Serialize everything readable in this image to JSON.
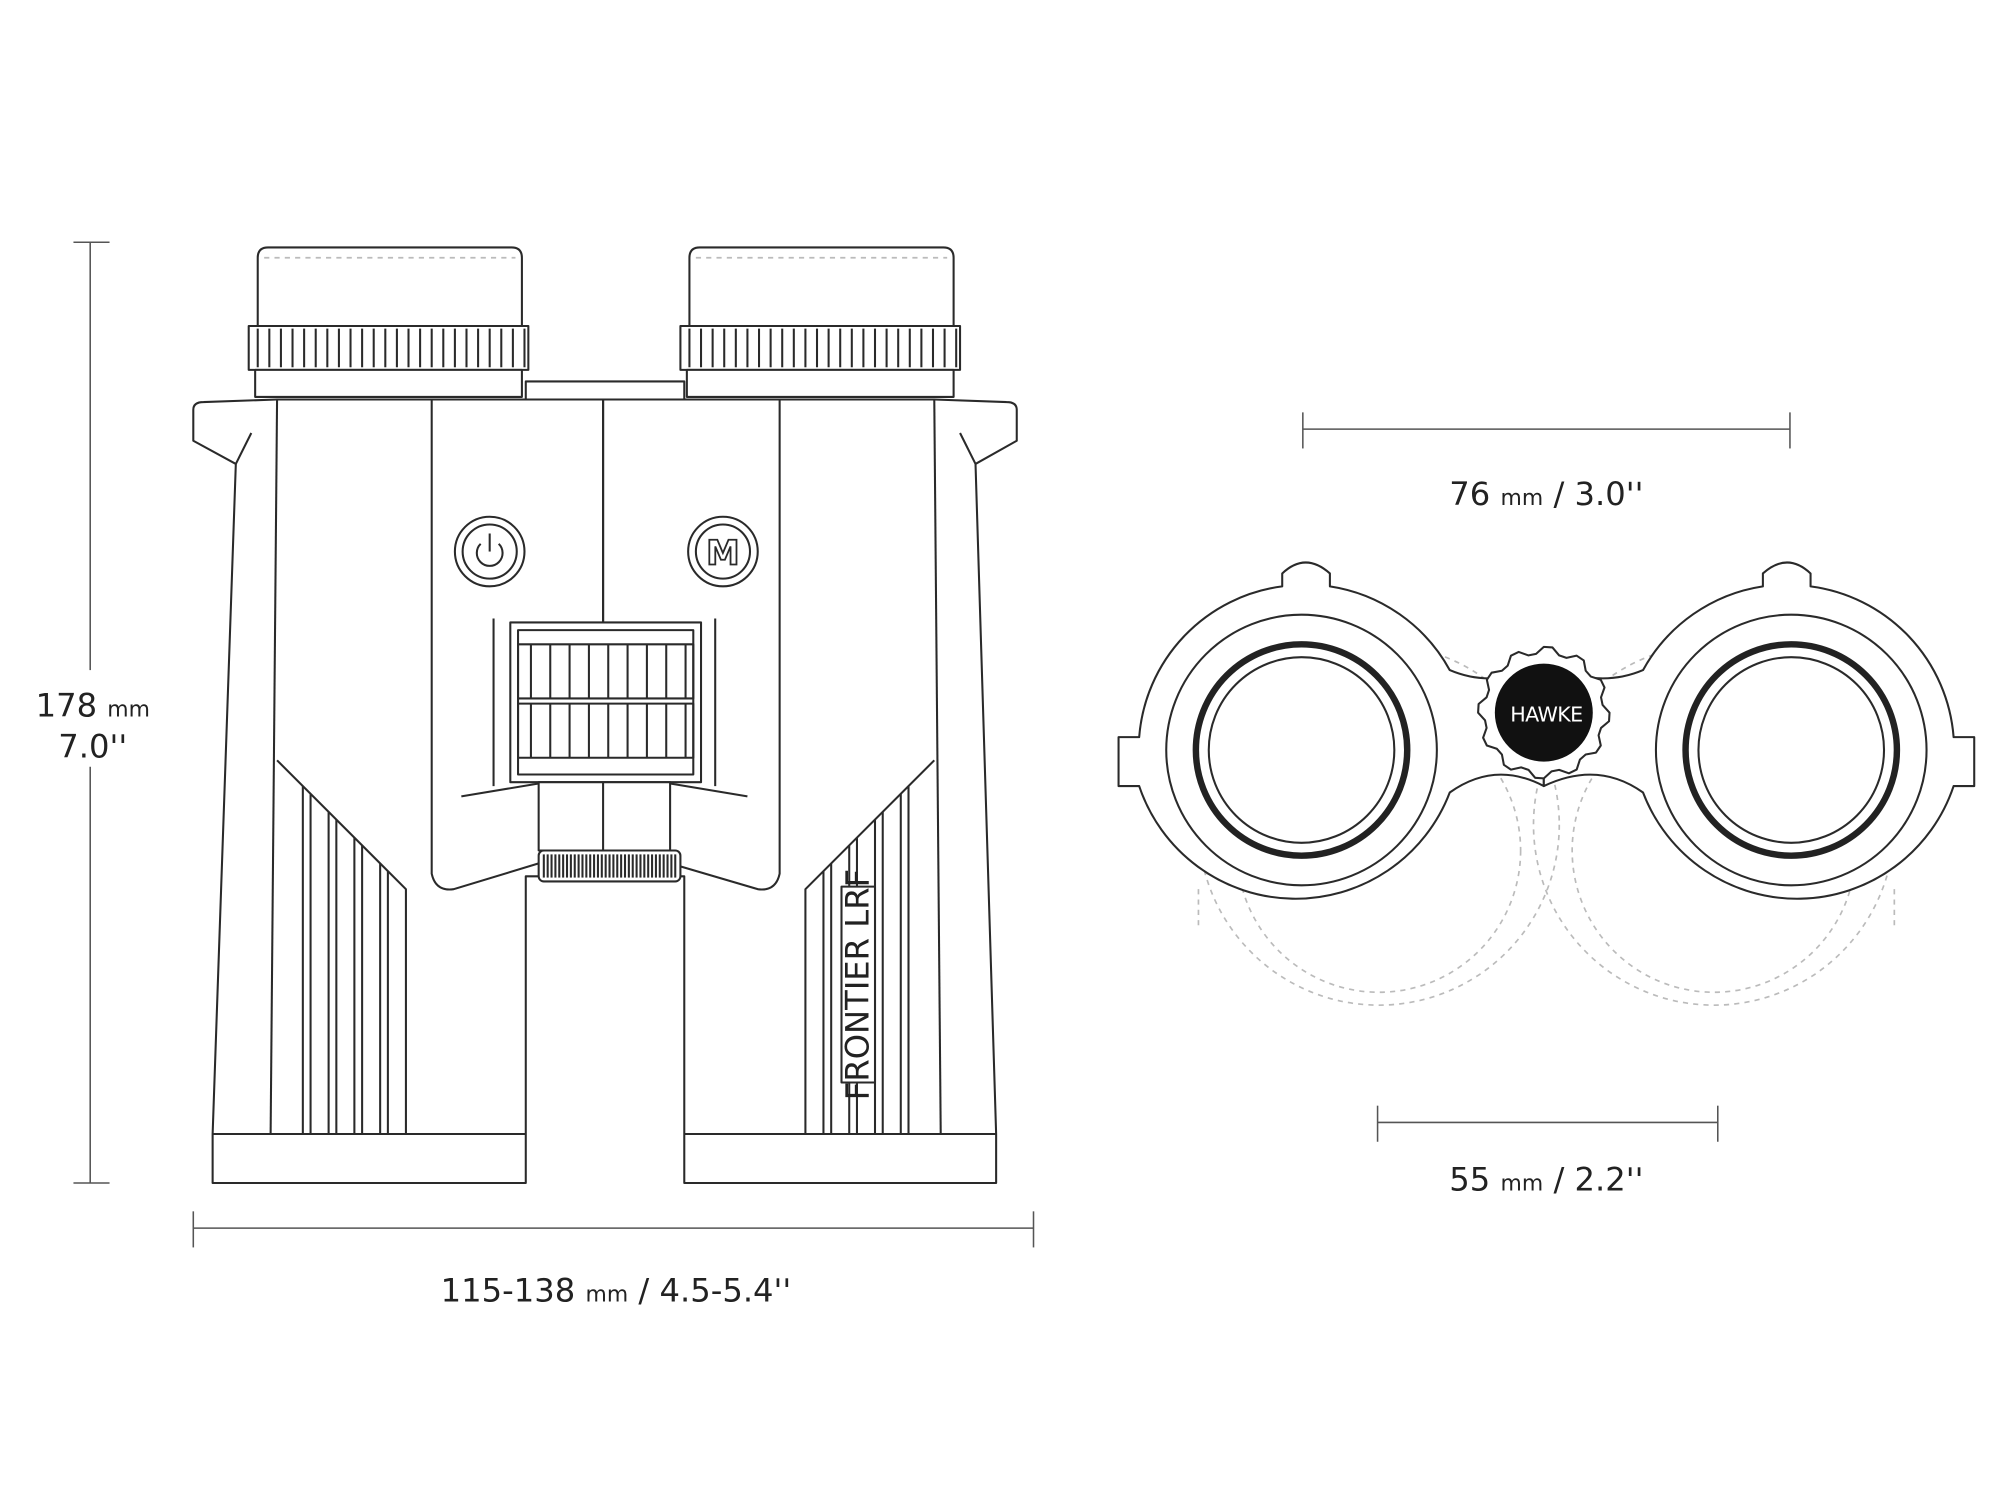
{
  "dimensions": {
    "height": {
      "value": "178",
      "unit": "mm",
      "imperial": "7.0''"
    },
    "width": {
      "value": "115-138",
      "unit": "mm",
      "imperial": "/ 4.5-5.4''"
    },
    "ipd_max": {
      "value": "76",
      "unit": "mm",
      "imperial": "/ 3.0''"
    },
    "ipd_min": {
      "value": "55",
      "unit": "mm",
      "imperial": "/ 2.2''"
    }
  },
  "product": {
    "model_label": "FRONTIER LRF",
    "mode_button": "M",
    "brand_logo": "HAWKE"
  },
  "icons": [
    "power-icon",
    "mode-icon"
  ],
  "colors": {
    "line": "#2a2a2a",
    "dashed": "#bbbbbb",
    "logo_bg": "#111111"
  }
}
